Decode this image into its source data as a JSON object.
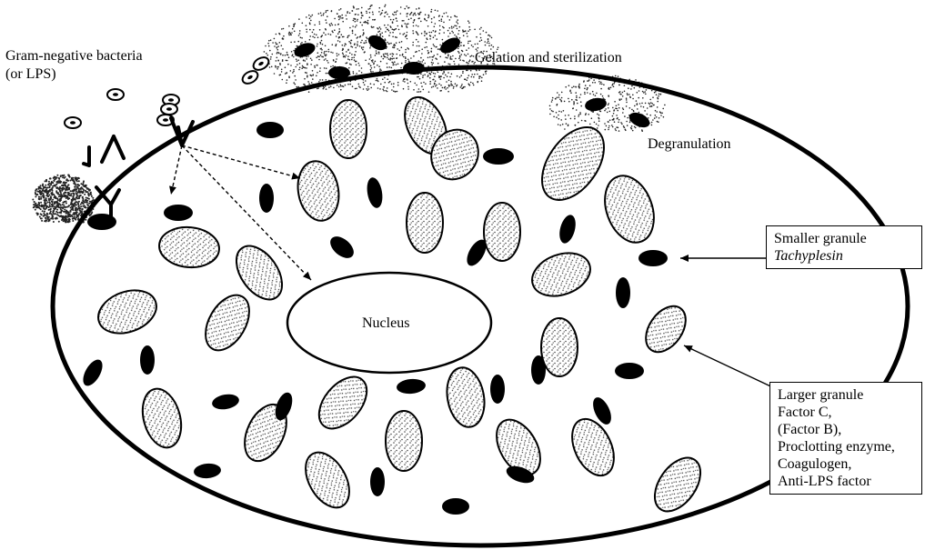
{
  "labels": {
    "bacteria_line1": "Gram-negative bacteria",
    "bacteria_line2": "(or LPS)",
    "gelation": "Gelation and sterilization",
    "degranulation": "Degranulation",
    "nucleus": "Nucleus"
  },
  "smaller_granule": {
    "title": "Smaller granule",
    "content": "Tachyplesin"
  },
  "larger_granule": {
    "title": "Larger granule",
    "items": [
      "Factor C,",
      "(Factor B),",
      "Proclotting enzyme,",
      "Coagulogen,",
      "Anti-LPS factor"
    ]
  },
  "colors": {
    "ink": "#000000",
    "stipple": "#3a3a3a",
    "background": "#ffffff"
  }
}
